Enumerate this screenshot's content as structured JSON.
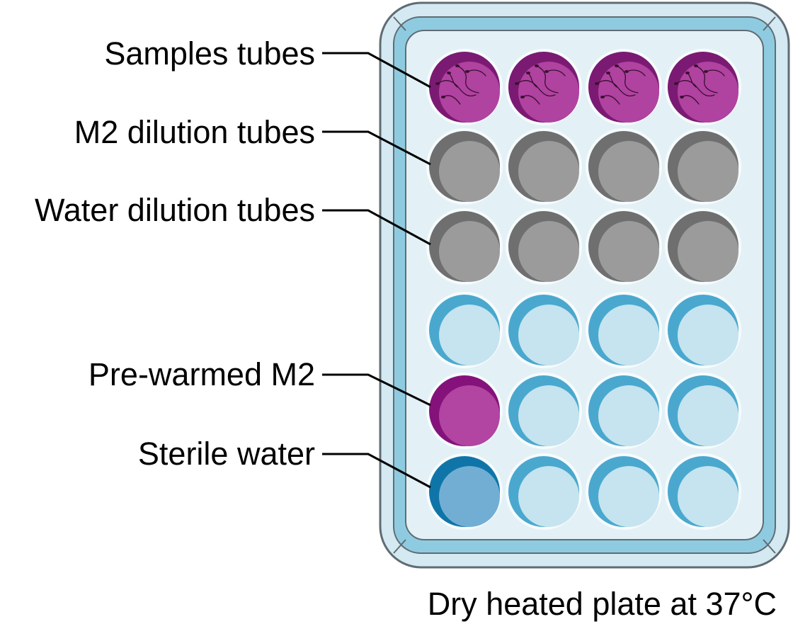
{
  "labels": {
    "samples_tubes": "Samples tubes",
    "m2_dilution_tubes": "M2 dilution tubes",
    "water_dilution_tubes": "Water dilution tubes",
    "pre_warmed_m2": "Pre-warmed M2",
    "sterile_water": "Sterile water"
  },
  "caption": "Dry heated plate at 37°C",
  "plate": {
    "rows": 6,
    "columns": 4,
    "colors": {
      "plate_outer_fill": "#d4e9f2",
      "plate_outer_stroke": "#606c73",
      "plate_rim": "#8fcbe0",
      "plate_inner": "#e3f1f6",
      "well_border": "#f6fbfd"
    },
    "well_types": [
      [
        "sample",
        "sample",
        "sample",
        "sample"
      ],
      [
        "gray",
        "gray",
        "gray",
        "gray"
      ],
      [
        "gray",
        "gray",
        "gray",
        "gray"
      ],
      [
        "empty",
        "empty",
        "empty",
        "empty"
      ],
      [
        "m2",
        "empty",
        "empty",
        "empty"
      ],
      [
        "water",
        "empty",
        "empty",
        "empty"
      ]
    ],
    "well_colors": {
      "sample": {
        "shadow": "#7b1a73",
        "fill": "#b042a0",
        "marks": "#3a1030"
      },
      "gray": {
        "shadow": "#6f6f6f",
        "fill": "#9b9b9b"
      },
      "empty": {
        "shadow": "#4aa8cf",
        "fill": "#c5e4ef"
      },
      "m2": {
        "shadow": "#85127a",
        "fill": "#b244a2"
      },
      "water": {
        "shadow": "#0f75a8",
        "fill": "#72aed4"
      }
    }
  }
}
